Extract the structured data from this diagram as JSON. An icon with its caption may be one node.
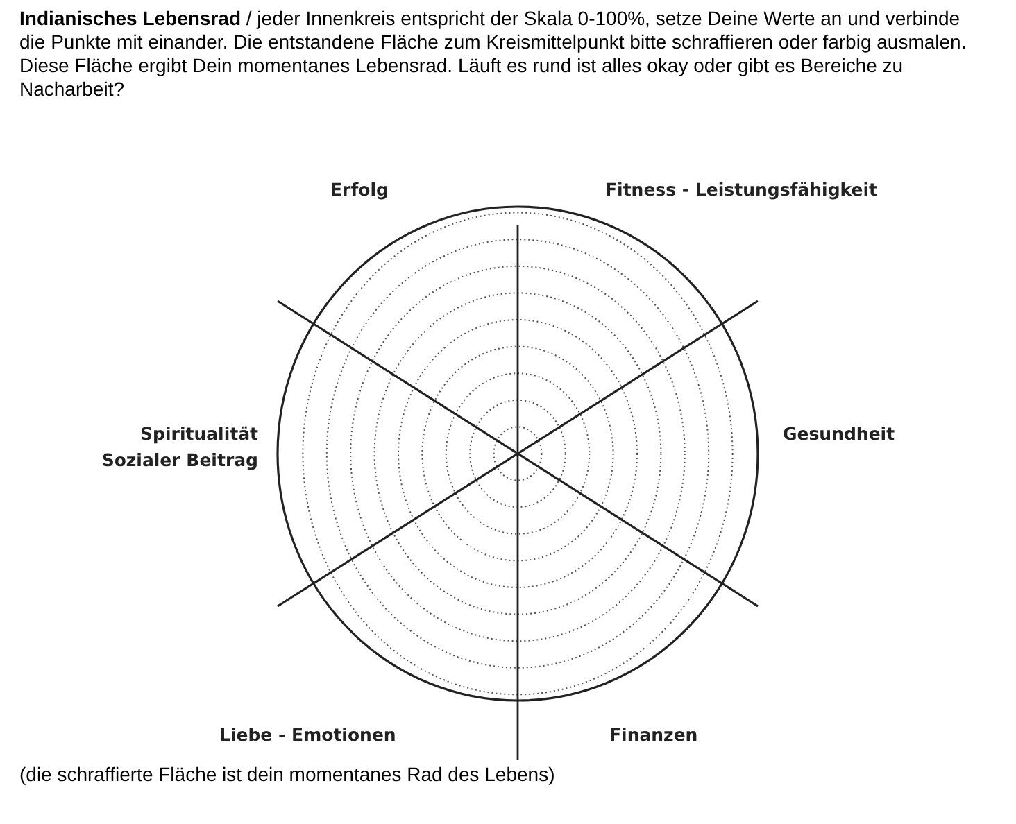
{
  "diagram": {
    "title": "**Indianisches Lebensrad** / jeder Innenkreis entspricht der Skala 0-100%, setze Deine Werte an und verbinde die Punkte mit einander. Die entstandene Fläche zum Kreismittelpunkt bitte schraffieren oder farbig ausmalen. Diese Fläche ergibt Dein momentanes Lebensrad. Läuft es rund ist alles okay oder gibt es Bereiche zu Nacharbeit?",
    "caption": "(die schraffierte Fläche ist dein momentanes Rad des Lebens)",
    "labels": [
      "Erfolg",
      "Fitness - Leistungsfähigkeit",
      "Spiritualität",
      "Sozialer Beitrag",
      "Gesundheit",
      "Liebe - Emotionen",
      "Finanzen"
    ]
  }
}
